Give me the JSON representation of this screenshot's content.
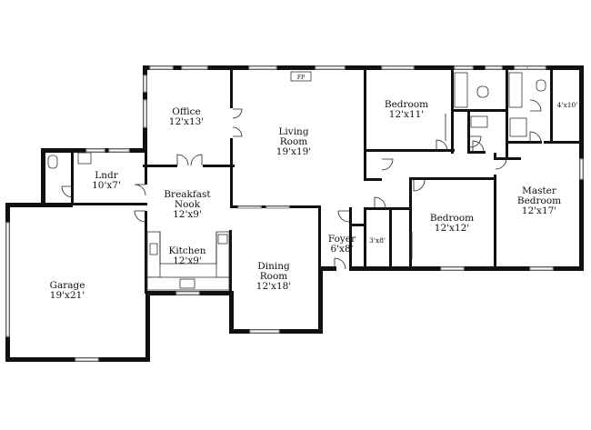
{
  "rooms": {
    "office": {
      "name": "Office",
      "size": "12'x13'"
    },
    "living_room": {
      "name_line1": "Living",
      "name_line2": "Room",
      "size": "19'x19'"
    },
    "bedroom_north": {
      "name": "Bedroom",
      "size": "12'x11'"
    },
    "laundry": {
      "name": "Lndr",
      "size": "10'x7'"
    },
    "breakfast_nook": {
      "name_line1": "Breakfast",
      "name_line2": "Nook",
      "size": "12'x9'"
    },
    "kitchen": {
      "name": "Kitchen",
      "size": "12'x9'"
    },
    "garage": {
      "name": "Garage",
      "size": "19'x21'"
    },
    "dining_room": {
      "name_line1": "Dining",
      "name_line2": "Room",
      "size": "12'x18'"
    },
    "foyer": {
      "name": "Foyer",
      "size": "6'x8'"
    },
    "closet": {
      "size": "3'x8'"
    },
    "bedroom_middle": {
      "name": "Bedroom",
      "size": "12'x12'"
    },
    "master_bedroom": {
      "name_line1": "Master",
      "name_line2": "Bedroom",
      "size": "12'x17'"
    },
    "master_closet": {
      "size": "4'x10'"
    }
  },
  "fixtures": {
    "fireplace": "FP"
  },
  "colors": {
    "wall": "#111111",
    "window": "#9a9a9a",
    "background": "#ffffff"
  }
}
